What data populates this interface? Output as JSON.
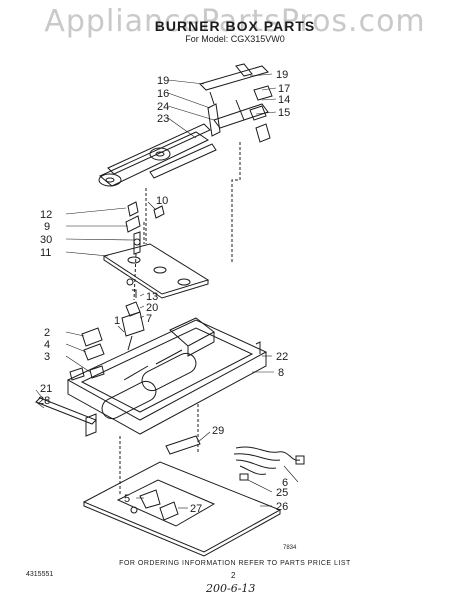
{
  "watermark": "AppliancePartsPros.com",
  "title": "BURNER BOX PARTS",
  "subtitle": "For Model: CGX315VW0",
  "callouts": [
    "19",
    "16",
    "24",
    "23",
    "19",
    "17",
    "14",
    "15",
    "10",
    "12",
    "9",
    "30",
    "11",
    "13",
    "20",
    "7",
    "1",
    "2",
    "4",
    "3",
    "22",
    "8",
    "21",
    "28",
    "29",
    "6",
    "25",
    "5",
    "27",
    "26"
  ],
  "drawing_code": "7834",
  "ordering_note": "FOR ORDERING INFORMATION REFER TO PARTS PRICE LIST",
  "part_number": "4315551",
  "page_number": "2",
  "handwritten_note": "200-6-13"
}
